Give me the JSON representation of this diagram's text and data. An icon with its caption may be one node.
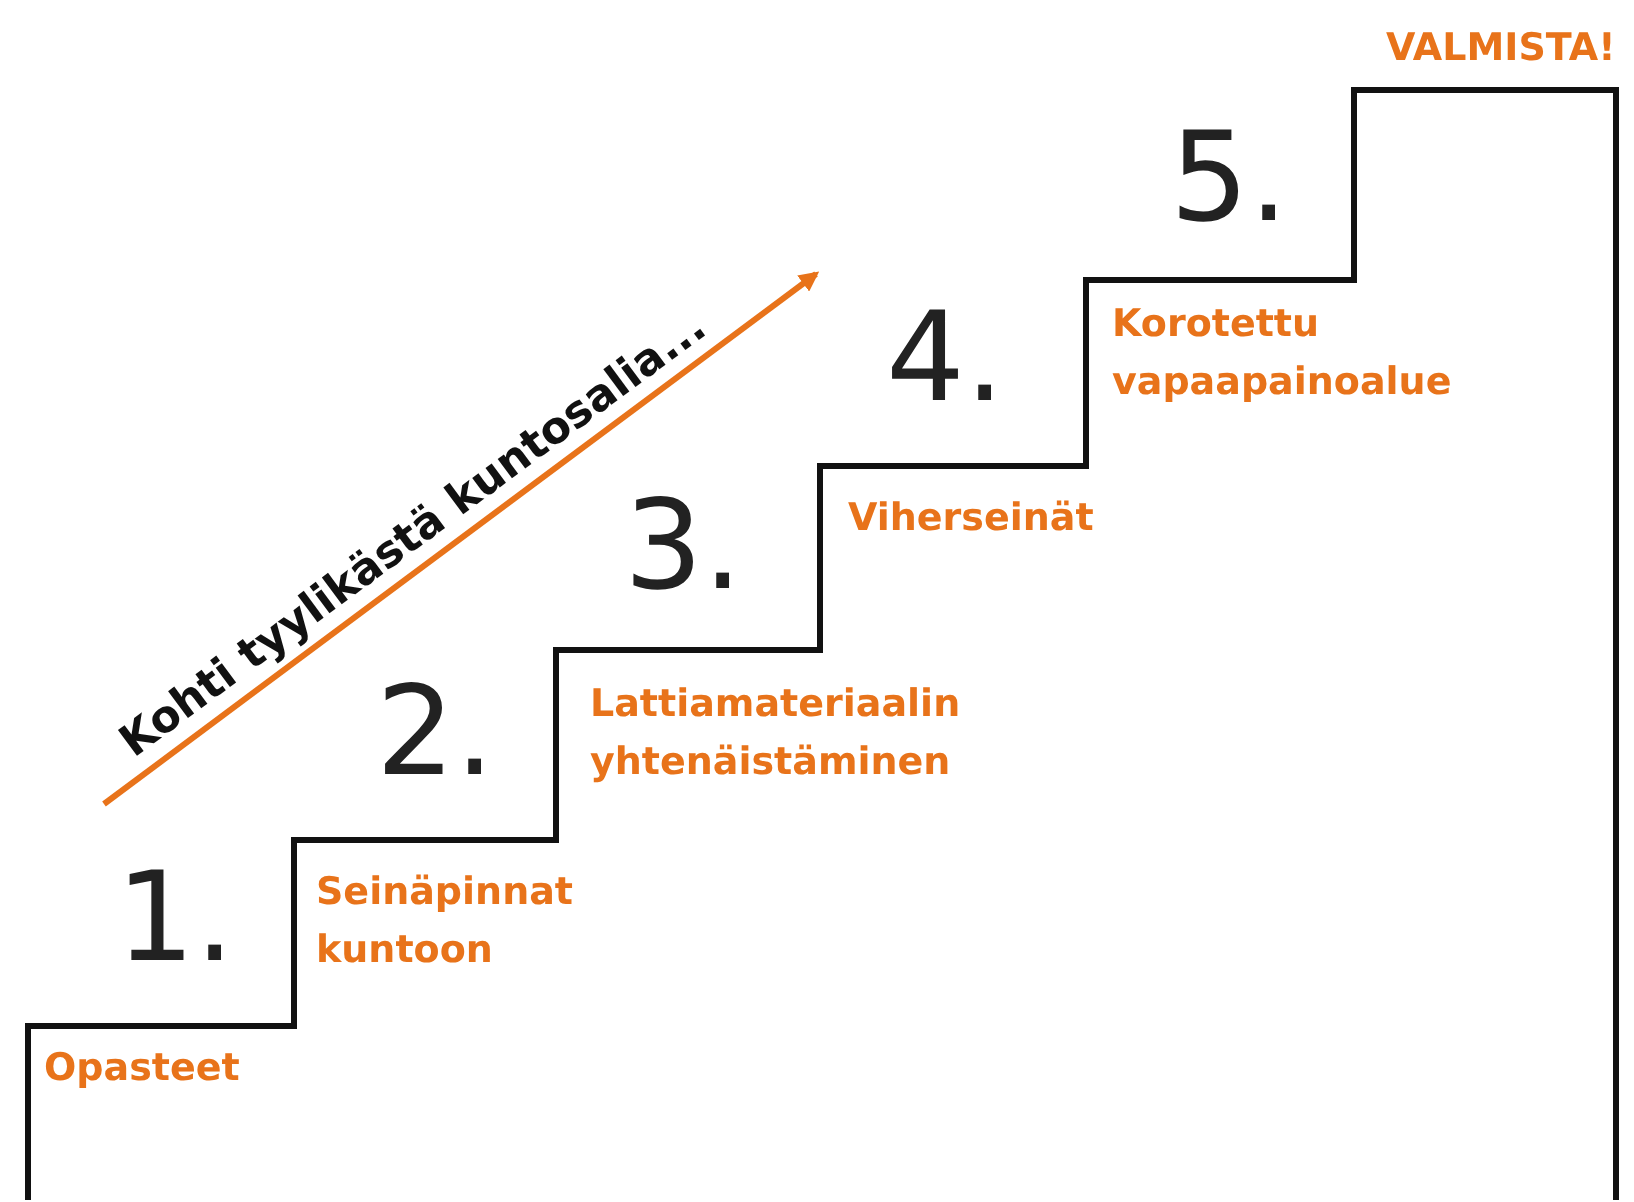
{
  "diagram": {
    "labels": [
      "VALMISTA!",
      "5.",
      "Korotettu vapaapainoalue",
      "4.",
      "Viherseinät",
      "3.",
      "Kohti tyylikästä kuntosalia...",
      "2.",
      "Lattiamateriaalin yhtenäistäminen",
      "1.",
      "Seinäpinnat kuntoon",
      "Opasteet"
    ]
  }
}
